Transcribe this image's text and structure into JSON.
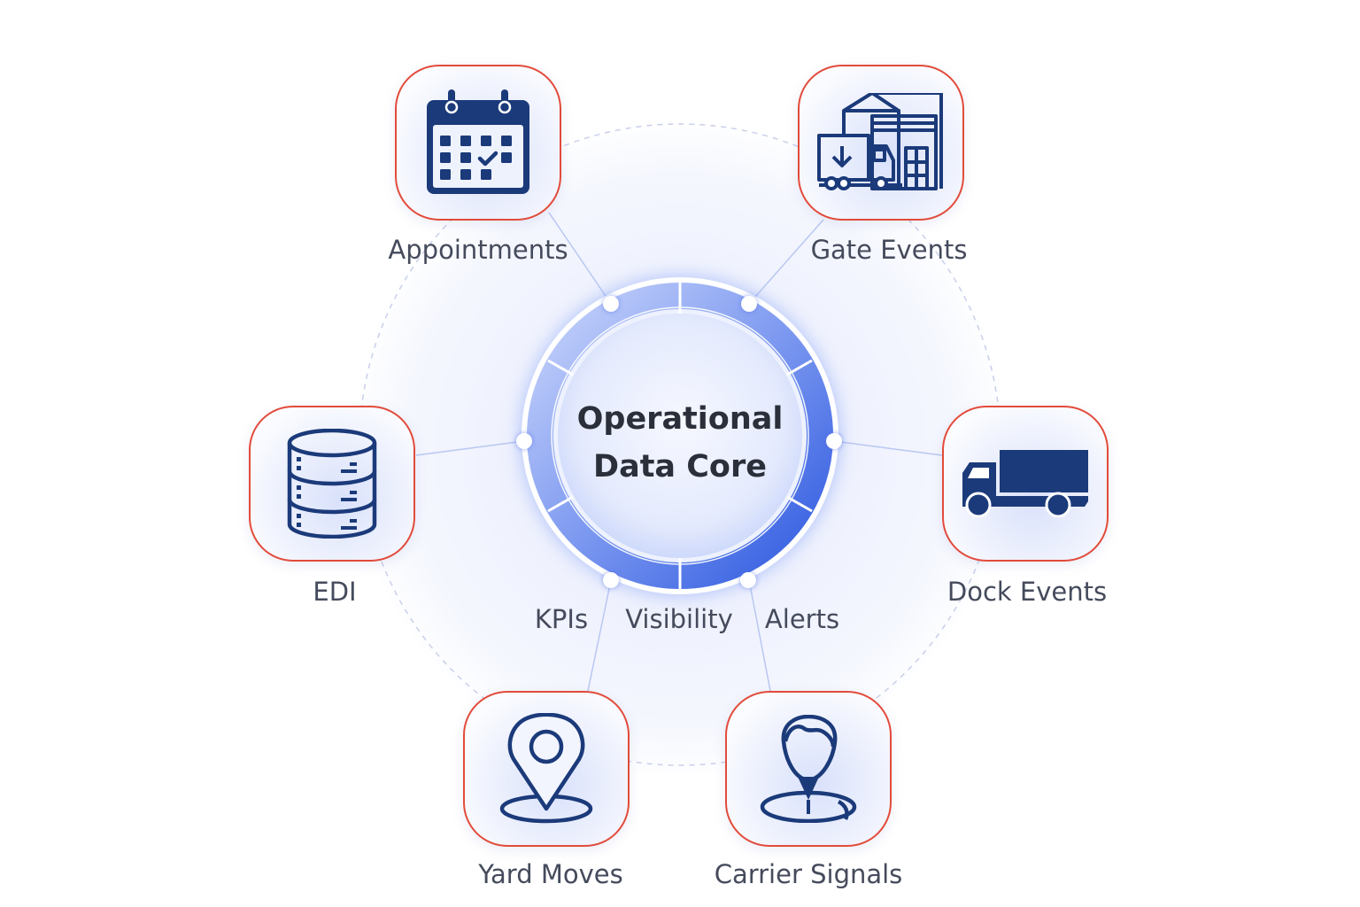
{
  "diagram": {
    "type": "hub-and-spoke",
    "core": {
      "title_line1": "Operational",
      "title_line2": "Data Core",
      "ring_labels": [
        "KPIs",
        "Visibility",
        "Alerts"
      ]
    },
    "nodes": [
      {
        "label": "Appointments",
        "icon": "calendar-icon"
      },
      {
        "label": "Gate Events",
        "icon": "warehouse-truck-icon"
      },
      {
        "label": "EDI",
        "icon": "database-icon"
      },
      {
        "label": "Dock Events",
        "icon": "truck-icon"
      },
      {
        "label": "Yard Moves",
        "icon": "location-pin-icon"
      },
      {
        "label": "Carrier Signals",
        "icon": "driver-location-icon"
      }
    ],
    "colors": {
      "node_border": "#e24b3b",
      "icon": "#1b3a7a",
      "ring_accent": "#3560e0",
      "label_text": "#454b5c"
    }
  }
}
